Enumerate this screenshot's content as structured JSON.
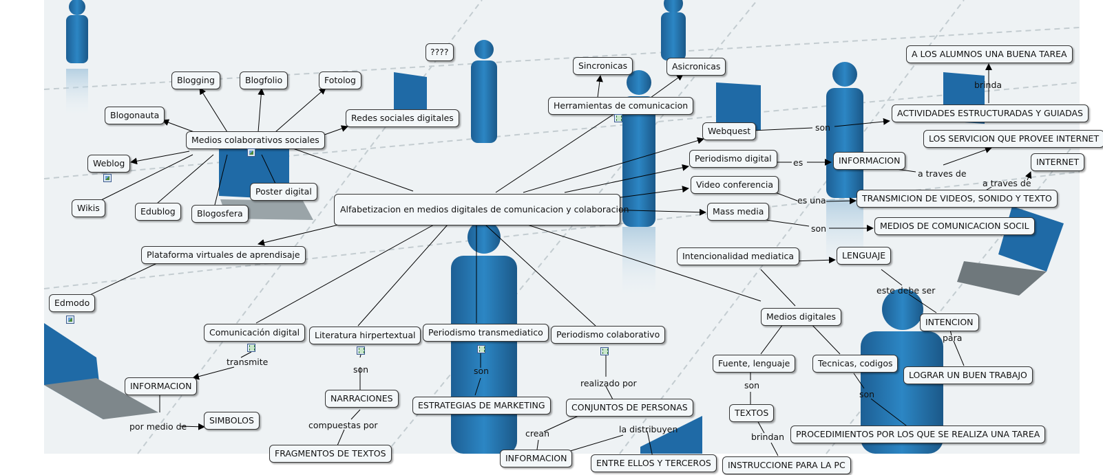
{
  "nodes": {
    "signos": "????",
    "blogging": "Blogging",
    "blogfolio": "Blogfolio",
    "fotolog": "Fotolog",
    "blogonauta": "Blogonauta",
    "redes": "Redes sociales digitales",
    "medios_colab": "Medios colaborativos sociales",
    "weblog": "Weblog",
    "wikis": "Wikis",
    "edublog": "Edublog",
    "poster": "Poster digital",
    "blogosfera": "Blogosfera",
    "main": "Alfabetizacion en medios digitales de comunicacion y colaboracion",
    "plataforma": "Plataforma virtuales de aprendisaje",
    "edmodo": "Edmodo",
    "comunicacion_digital": "Comunicación digital",
    "informacion1": "INFORMACION",
    "simbolos": "SIMBOLOS",
    "literatura": "Literatura hirpertextual",
    "narraciones": "NARRACIONES",
    "fragmentos": "FRAGMENTOS DE TEXTOS",
    "periodismo_trans": "Periodismo transmediatico",
    "estrategias": "ESTRATEGIAS DE MARKETING",
    "periodismo_colab": "Periodismo colaborativo",
    "conjuntos": "CONJUNTOS DE PERSONAS",
    "informacion3": "INFORMACION",
    "entre_ellos": "ENTRE ELLOS Y TERCEROS",
    "sincronicas": "Sincronicas",
    "asincronicas": "Asicronicas",
    "herramientas": "Herramientas de comunicacion",
    "webquest": "Webquest",
    "periodismo_digital": "Periodismo digital",
    "video_conf": "Video conferencia",
    "mass_media": "Mass media",
    "intencionalidad": "Intencionalidad mediatica",
    "medios_digitales": "Medios digitales",
    "fuente": "Fuente, lenguaje",
    "textos": "TEXTOS",
    "instruccione": "INSTRUCCIONE PARA LA PC",
    "tecnicas": "Tecnicas, codigos",
    "procedimientos": "PROCEDIMIENTOS POR LOS QUE SE REALIZA UNA TAREA",
    "a_los_alumnos": "A LOS ALUMNOS UNA BUENA TAREA",
    "actividades": "ACTIVIDADES ESTRUCTURADAS Y GUIADAS",
    "los_servicion": "LOS SERVICION QUE PROVEE INTERNET",
    "informacion2": "INFORMACION",
    "internet": "INTERNET",
    "transmicion": "TRANSMICION DE VIDEOS, SONIDO Y TEXTO",
    "medios_com": "MEDIOS DE COMUNICACION SOCIL",
    "lenguaje": "LENGUAJE",
    "intencion": "INTENCION",
    "lograr": "LOGRAR UN BUEN TRABAJO"
  },
  "link_labels": {
    "transmite": "transmite",
    "por_medio_de": "por medio de",
    "son_lit": "son",
    "compuestas_por": "compuestas por",
    "son_trans": "son",
    "realizado_por": "realizado por",
    "crean": "crean",
    "la_distribuyen": "la distribuyen",
    "son_webquest": "son",
    "brinda": "brinda",
    "es": "es",
    "a_traves_de_1": "a traves de",
    "a_traves_de_2": "a traves de",
    "es_una": "es una",
    "son_mass": "son",
    "este_debe_ser": "este debe ser",
    "para": "para",
    "son_fuente": "son",
    "brindan": "brindan",
    "son_tecnicas": "son"
  }
}
